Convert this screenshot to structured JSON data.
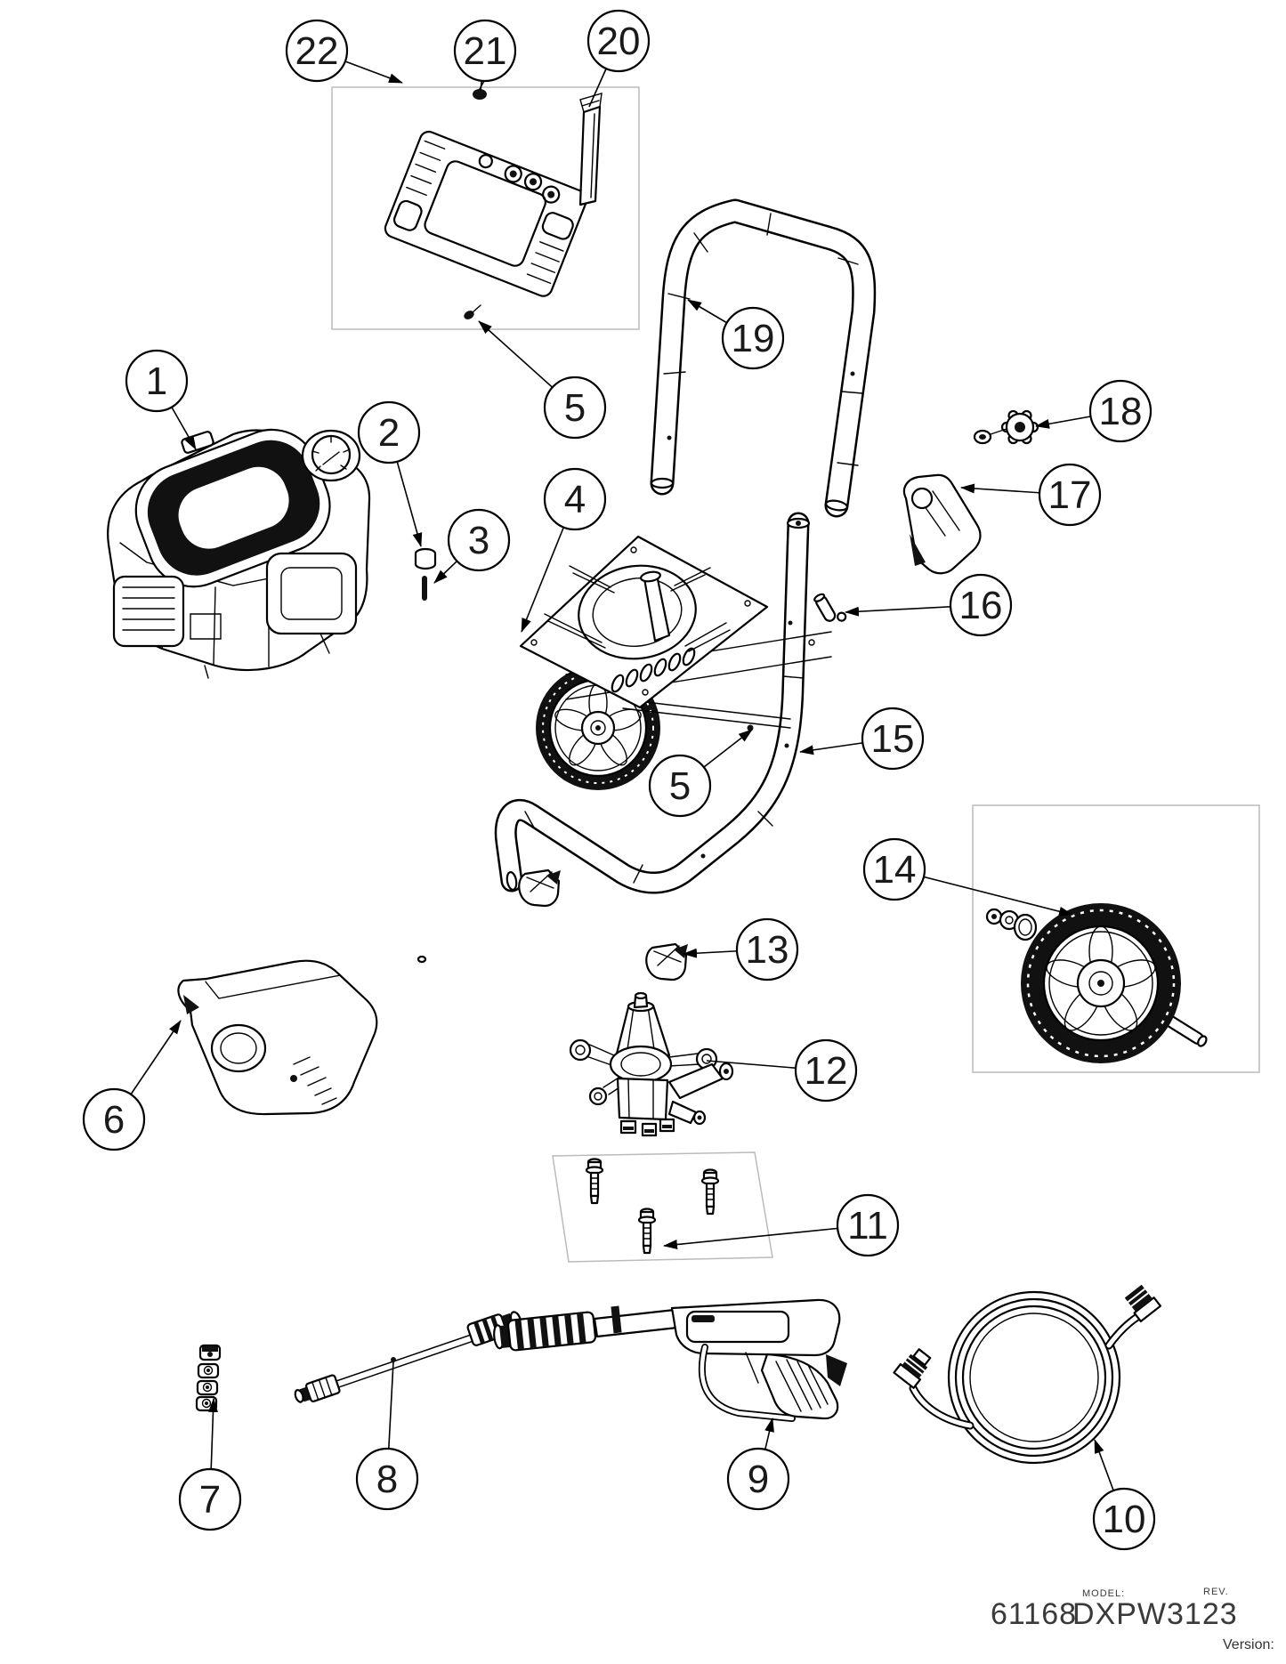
{
  "diagram": {
    "title": "pressure-washer-exploded-parts-diagram",
    "background": "#ffffff",
    "line_color": "#000000",
    "dark_fill": "#111111",
    "detail_box_border": "#bbbbbb"
  },
  "footer": {
    "part_number": "61168",
    "model_label": "MODEL:",
    "model_value": "DXPW3123",
    "rev_label": "REV.",
    "version_label": "Version:"
  },
  "callouts": {
    "c1": {
      "label": "1",
      "part": "engine"
    },
    "c2": {
      "label": "2",
      "part": "bushing-ring"
    },
    "c3": {
      "label": "3",
      "part": "shaft-key-pin"
    },
    "c4": {
      "label": "4",
      "part": "base-plate"
    },
    "c5a": {
      "label": "5",
      "part": "panel-screw"
    },
    "c5b": {
      "label": "5",
      "part": "frame-screw"
    },
    "c6": {
      "label": "6",
      "part": "engine-cover"
    },
    "c7": {
      "label": "7",
      "part": "nozzle-set"
    },
    "c8": {
      "label": "8",
      "part": "spray-wand"
    },
    "c9": {
      "label": "9",
      "part": "spray-gun"
    },
    "c10": {
      "label": "10",
      "part": "high-pressure-hose"
    },
    "c11": {
      "label": "11",
      "part": "mounting-bolts"
    },
    "c12": {
      "label": "12",
      "part": "pump"
    },
    "c13": {
      "label": "13",
      "part": "hose-clip"
    },
    "c14": {
      "label": "14",
      "part": "wheel-assembly"
    },
    "c15": {
      "label": "15",
      "part": "frame"
    },
    "c16": {
      "label": "16",
      "part": "lock-pin"
    },
    "c17": {
      "label": "17",
      "part": "handle-latch-lever"
    },
    "c18": {
      "label": "18",
      "part": "knob-bolt"
    },
    "c19": {
      "label": "19",
      "part": "handle"
    },
    "c20": {
      "label": "20",
      "part": "panel-bracket-strip"
    },
    "c21": {
      "label": "21",
      "part": "panel-screw-top"
    },
    "c22": {
      "label": "22",
      "part": "control-panel-assembly"
    }
  }
}
